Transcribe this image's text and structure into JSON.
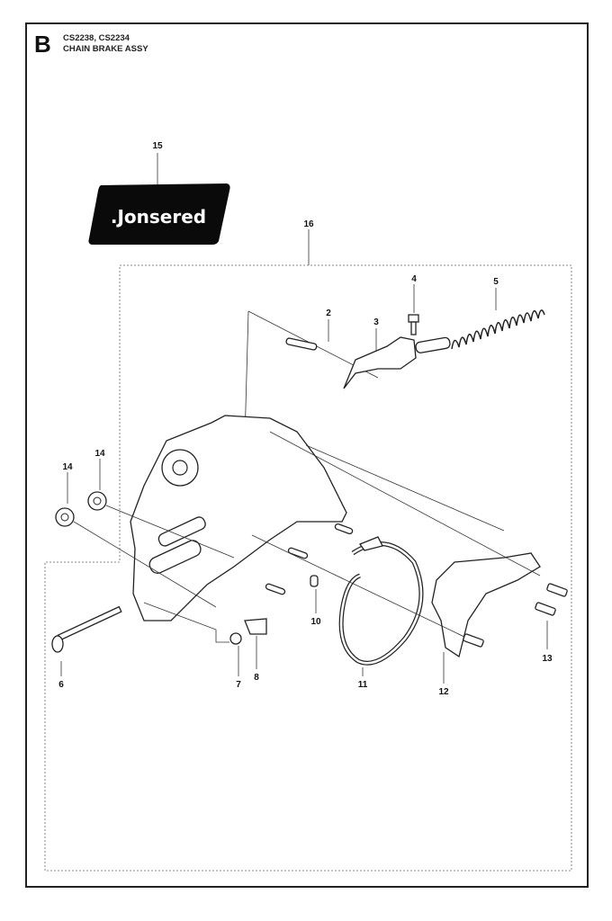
{
  "header": {
    "section_letter": "B",
    "models": "CS2238, CS2234",
    "title": "CHAIN BRAKE ASSY"
  },
  "logo_text": ".Jonsered",
  "callouts": {
    "c15": "15",
    "c16": "16",
    "c2": "2",
    "c3": "3",
    "c4": "4",
    "c5": "5",
    "c14a": "14",
    "c14b": "14",
    "c6": "6",
    "c7": "7",
    "c8": "8",
    "c10": "10",
    "c11": "11",
    "c12": "12",
    "c13": "13"
  }
}
